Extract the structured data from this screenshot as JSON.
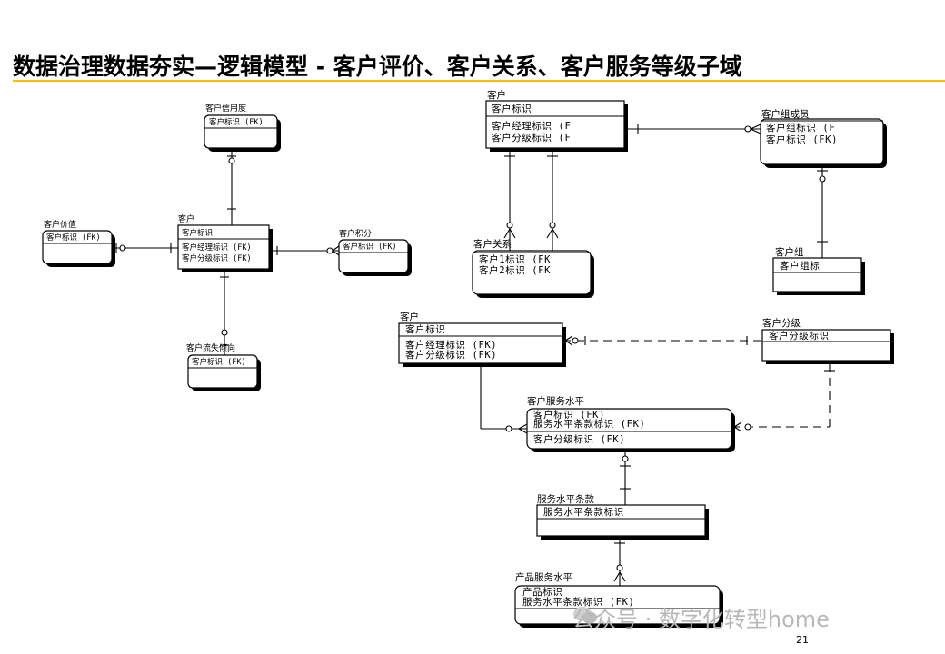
{
  "title": "数据治理数据夯实—逻辑模型 - 客户评价、客户关系、客户服务等级子域",
  "page_number": "21",
  "watermark": "公众号 · 数字化转型home",
  "colors": {
    "accent_rule": "#f2c200"
  },
  "diagram1": {
    "credit": {
      "name": "客户信用度",
      "pk": [
        "客户标识 (FK)"
      ],
      "attrs": []
    },
    "value": {
      "name": "客户价值",
      "pk": [
        "客户标识 (FK)"
      ],
      "attrs": []
    },
    "customer": {
      "name": "客户",
      "pk": [
        "客户标识"
      ],
      "attrs": [
        "客户经理标识 (FK)",
        "客户分级标识 (FK)"
      ]
    },
    "points": {
      "name": "客户积分",
      "pk": [
        "客户标识 (FK)"
      ],
      "attrs": []
    },
    "churn": {
      "name": "客户流失倾向",
      "pk": [
        "客户标识 (FK)"
      ],
      "attrs": []
    }
  },
  "diagram2": {
    "customer": {
      "name": "客户",
      "pk": [
        "客户标识"
      ],
      "attrs": [
        "客户经理标识 (F",
        "客户分级标识 (F"
      ]
    },
    "group_member": {
      "name": "客户组成员",
      "pk": [],
      "attrs": [
        "客户组标识 (F",
        "客户标识 (FK)"
      ]
    },
    "relation": {
      "name": "客户关系",
      "pk": [],
      "attrs": [
        "客户1标识 (FK",
        "客户2标识 (FK"
      ]
    },
    "group": {
      "name": "客户组",
      "pk": [
        "客户组标"
      ],
      "attrs": []
    }
  },
  "diagram3": {
    "customer": {
      "name": "客户",
      "pk": [
        "客户标识"
      ],
      "attrs": [
        "客户经理标识 (FK)",
        "客户分级标识 (FK)"
      ]
    },
    "grade": {
      "name": "客户分级",
      "pk": [
        "客户分级标识"
      ],
      "attrs": []
    },
    "service_level": {
      "name": "客户服务水平",
      "pk": [
        "客户标识 (FK)",
        "服务水平条款标识 (FK)"
      ],
      "attrs": [
        "客户分级标识 (FK)"
      ]
    },
    "clause": {
      "name": "服务水平条款",
      "pk": [
        "服务水平条款标识"
      ],
      "attrs": []
    },
    "product_service": {
      "name": "产品服务水平",
      "pk": [
        "产品标识",
        "服务水平条款标识 (FK)"
      ],
      "attrs": []
    }
  }
}
